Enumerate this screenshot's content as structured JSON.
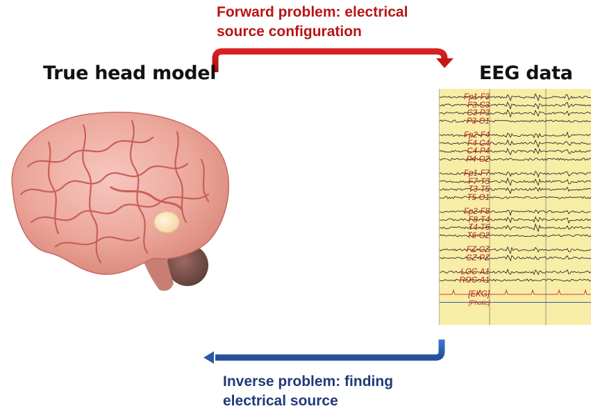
{
  "titles": {
    "head_model": "True head model",
    "eeg_data": "EEG data"
  },
  "forward": {
    "line1": "Forward problem: electrical",
    "line2": "source configuration",
    "color": "#b81414"
  },
  "inverse": {
    "line1": "Inverse problem: finding",
    "line2": "electrical source",
    "color": "#1f3a7a"
  },
  "eeg": {
    "background": "#f7eda6",
    "channels": [
      "Fp1-F3",
      "F3-C3",
      "C3-P3",
      "P3-O1",
      "Fp2-F4",
      "F4-C4",
      "C4-P4",
      "P4-O2",
      "Fp1-F7",
      "F7-T3",
      "T3-T5",
      "T5-O1",
      "Fp2-F8",
      "F8-T4",
      "T4-T6",
      "T6-O2",
      "FZ-CZ",
      "CZ-PZ",
      "LOC-A1",
      "ROC-A1",
      "[EKG]",
      "[Photic]"
    ]
  },
  "icons": {
    "brain": "brain-illustration",
    "source": "electrical-source-marker"
  }
}
